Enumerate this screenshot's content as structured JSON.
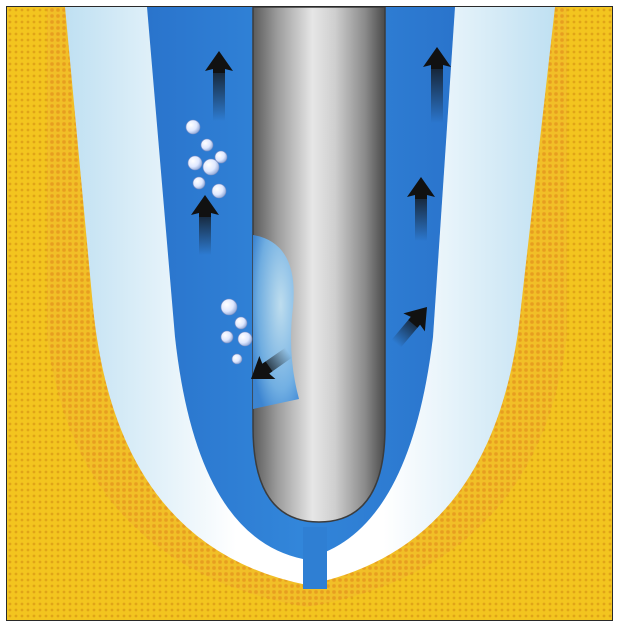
{
  "figure": {
    "kind": "illustration",
    "colors": {
      "yellow": "#f3c51f",
      "yellow_dot": "#e0a418",
      "orange_dot": "#e99b24",
      "white_wall": "#eef6fb",
      "light_blue": "#bfe0f2",
      "blue_fluid": "#2f7fd3",
      "blue_dark": "#1f63b7",
      "gray_light": "#dadada",
      "gray_mid": "#a6a6a6",
      "gray_dark": "#4e4e4e",
      "arrow": "#111111",
      "bubble": "#eef3ff"
    },
    "arrows": [
      {
        "name": "flow-arrow-up-left-top",
        "direction": "up"
      },
      {
        "name": "flow-arrow-up-left-mid",
        "direction": "up"
      },
      {
        "name": "flow-arrow-up-right-top",
        "direction": "up"
      },
      {
        "name": "flow-arrow-up-right-mid",
        "direction": "up"
      },
      {
        "name": "flow-arrow-diag-right",
        "direction": "up-right"
      },
      {
        "name": "flow-arrow-diag-left",
        "direction": "down-left"
      }
    ],
    "bubble_groups": [
      "upper-left",
      "lower-left"
    ]
  }
}
